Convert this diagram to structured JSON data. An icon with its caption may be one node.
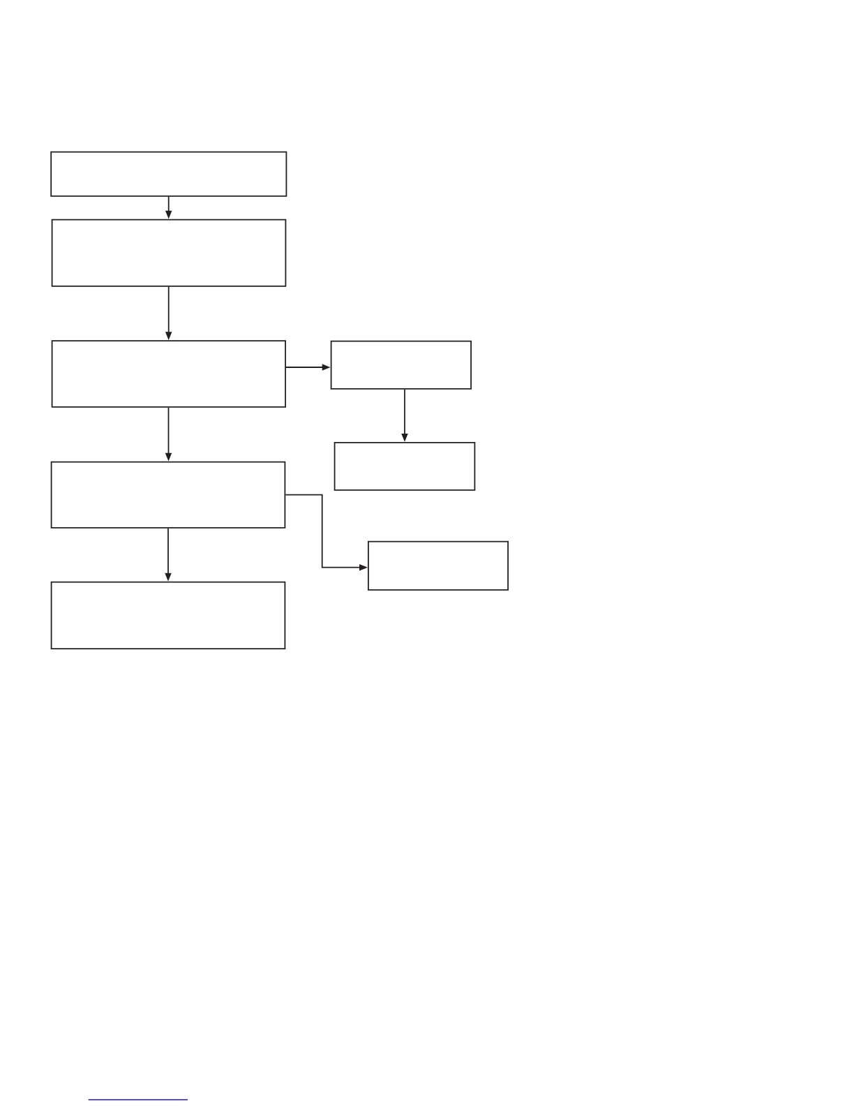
{
  "diagram": {
    "nodes": [
      {
        "text": [],
        "shape": "box"
      },
      {
        "text": [],
        "shape": "box"
      },
      {
        "text": [],
        "shape": "box"
      },
      {
        "text": [],
        "shape": "box"
      },
      {
        "text": [],
        "shape": "box"
      },
      {
        "text": [],
        "shape": "box"
      },
      {
        "text": [],
        "shape": "box"
      },
      {
        "text": [],
        "shape": "box"
      }
    ],
    "edges": [
      {
        "from": 0,
        "to": 1,
        "arrow": "to"
      },
      {
        "from": 1,
        "to": 2,
        "arrow": "to"
      },
      {
        "from": 2,
        "to": 3,
        "arrow": "to"
      },
      {
        "from": 3,
        "to": 4,
        "arrow": "to"
      },
      {
        "from": 2,
        "to": 5,
        "arrow": "to"
      },
      {
        "from": 5,
        "to": 6,
        "arrow": "to"
      },
      {
        "from": 5,
        "to": 7,
        "arrow": "to"
      }
    ]
  }
}
